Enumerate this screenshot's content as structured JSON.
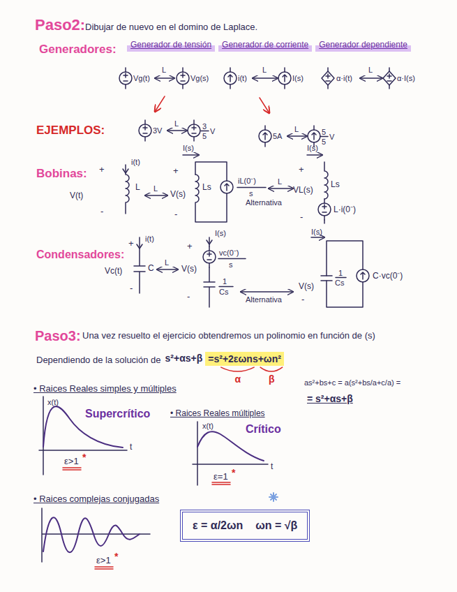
{
  "diagram": {
    "nodes": [
      {
        "text": [
          "Generador de tensión"
        ]
      },
      {
        "text": [
          "Generador de corriente"
        ]
      },
      {
        "text": [
          "Generador dependiente"
        ]
      },
      {
        "text": [
          "=s²+2εωns+ωn²"
        ]
      },
      {
        "text": [
          "ε = α/2ωn",
          "ωn = √β"
        ]
      }
    ],
    "labels": [
      "Paso2:",
      "Dibujar de nuevo en el domino de Laplace.",
      "Generadores:",
      "Vg(t)",
      "L",
      "Vg(s)",
      "i(t)",
      "L",
      "I(s)",
      "α·i(t)",
      "L",
      "α·I(s)",
      "EJEMPLOS:",
      "3V",
      "L",
      "3",
      "5",
      "V",
      "5A",
      "L",
      "5",
      "5",
      "V",
      "Bobinas:",
      "+",
      "i(t)",
      "V(t)",
      "L",
      "L",
      "-",
      "I(s)",
      "+",
      "V(s)",
      "-",
      "Ls",
      "iL(0⁻)",
      "s",
      "L",
      "Alternativa",
      "+",
      "VL(s)",
      "-",
      "I(s)",
      "Ls",
      "L·i(0⁻)",
      "Condensadores:",
      "+",
      "i(t)",
      "Vc(t)",
      "C",
      "-",
      "L",
      "V(s)",
      "+",
      "-",
      "I(s)",
      "vc(0⁻)",
      "s",
      "1",
      "Cs",
      "Alternativa",
      "V(s)",
      "-",
      "I(s)",
      "1",
      "Cs",
      "C·vc(0⁻)",
      "Paso3:",
      "Una vez resuelto el ejercicio obtendremos un polinomio en función de (s)",
      "Dependiendo de la solución de",
      "s²+αs+β",
      "α",
      "β",
      "as²+bs+c = a(s²+bs/a+c/a) =",
      "= s²+αs+β",
      "• Raices Reales simples y múltiples",
      "x(t)",
      "Supercrítico",
      "t",
      "ε>1",
      "*",
      "• Raices Reales múltiples",
      "x(t)",
      "Crítico",
      "t",
      "ε=1",
      "*",
      "• Raices complejas conjugadas",
      "ε>1",
      "*"
    ]
  }
}
